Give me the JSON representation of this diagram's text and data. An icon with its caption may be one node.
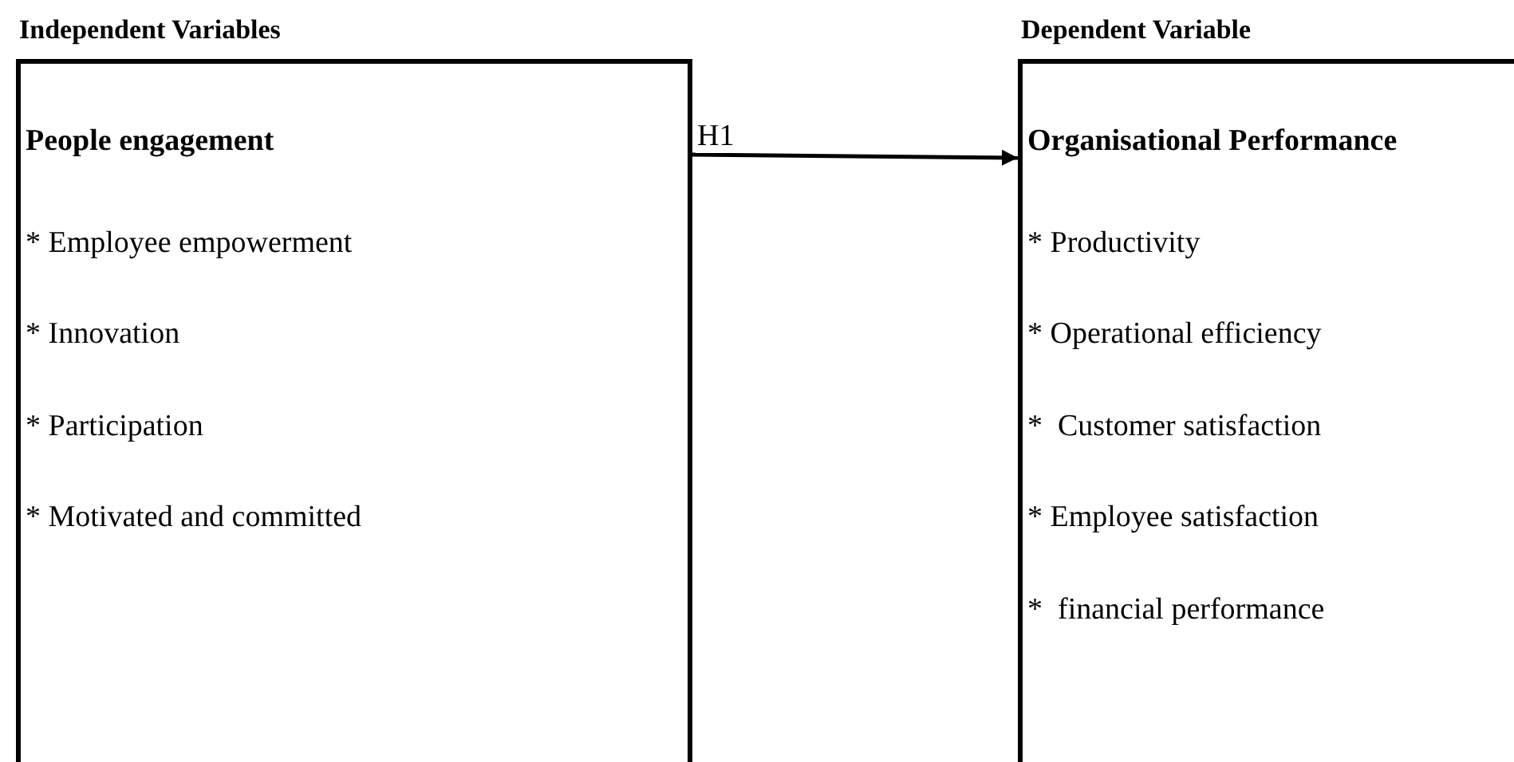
{
  "diagram": {
    "nodes": [
      {
        "text": [
          "Independent Variables",
          "People engagement",
          "* Employee empowerment",
          "* Innovation",
          "* Participation",
          "* Motivated and committed"
        ]
      },
      {
        "text": [
          "Dependent Variable",
          "Organisational Performance",
          "* Productivity",
          "* Operational efficiency",
          "*  Customer satisfaction",
          "* Employee satisfaction",
          "*  financial performance"
        ]
      }
    ],
    "edges": [
      {
        "from": 0,
        "to": 1,
        "arrow": "to",
        "label": "H1"
      }
    ]
  }
}
